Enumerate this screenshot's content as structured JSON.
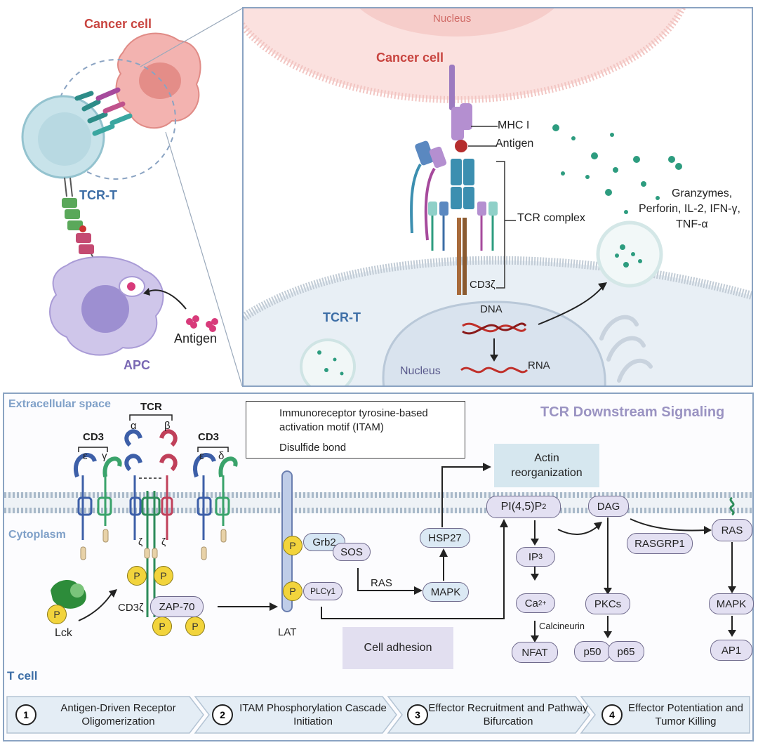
{
  "top_left": {
    "cancer_cell": "Cancer cell",
    "tcr_t": "TCR-T",
    "apc": "APC",
    "antigen": "Antigen"
  },
  "top_right": {
    "nucleus_top": "Nucleus",
    "cancer_cell": "Cancer cell",
    "mhc": "MHC I",
    "antigen": "Antigen",
    "tcr_complex": "TCR complex",
    "cd3z": "CD3ζ",
    "granzymes_line1": "Granzymes,",
    "granzymes_line2": "Perforin, IL-2, IFN-γ,",
    "granzymes_line3": "TNF-α",
    "tcr_t": "TCR-T",
    "dna": "DNA",
    "rna": "RNA",
    "nucleus_bottom": "Nucleus"
  },
  "bottom": {
    "extracellular": "Extracellular space",
    "cytoplasm": "Cytoplasm",
    "tcell": "T cell",
    "title": "TCR Downstream Signaling",
    "tcr": "TCR",
    "alpha": "α",
    "beta": "β",
    "cd3_left": "CD3",
    "eps1": "ε",
    "gamma": "γ",
    "cd3_right": "CD3",
    "eps2": "ε",
    "delta": "δ",
    "zeta1": "ζ",
    "zeta2": "ζ",
    "legend_itam_line1": "Immunoreceptor tyrosine-based",
    "legend_itam_line2": "activation motif (ITAM)",
    "legend_disulfide": "Disulfide bond",
    "lck": "Lck",
    "cd3z": "CD3ζ",
    "zap70": "ZAP-70",
    "p": "P",
    "lat": "LAT",
    "grb2": "Grb2",
    "sos": "SOS",
    "plcg1": "PLCγ1",
    "ras_label": "RAS",
    "mapk_mid": "MAPK",
    "hsp27": "HSP27",
    "actin_line1": "Actin",
    "actin_line2": "reorganization",
    "cell_adhesion": "Cell adhesion",
    "pip2_prefix": "PI(4,5)P",
    "pip2_sub": "2",
    "ip3_prefix": "IP",
    "ip3_sub": "3",
    "ca_prefix": "Ca",
    "ca_sup": "2+",
    "calcineurin": "Calcineurin",
    "nfat": "NFAT",
    "dag": "DAG",
    "pkcs": "PKCs",
    "p50": "p50",
    "p65": "p65",
    "rasgrp1": "RASGRP1",
    "ras": "RAS",
    "mapk_right": "MAPK",
    "ap1": "AP1"
  },
  "steps": [
    {
      "num": "1",
      "label": "Antigen-Driven Receptor Oligomerization"
    },
    {
      "num": "2",
      "label": "ITAM Phosphorylation Cascade Initiation"
    },
    {
      "num": "3",
      "label": "Effector Recruitment and Pathway Bifurcation"
    },
    {
      "num": "4",
      "label": "Effector Potentiation and Tumor Killing"
    }
  ],
  "colors": {
    "cancer_red": "#c8443f",
    "tcr_blue": "#3d6ea6",
    "apc_purple": "#7a68b4",
    "signaling_title": "#9a93c2",
    "pill_fill": "#e3e0f2",
    "membrane": "#b8c8d6"
  }
}
